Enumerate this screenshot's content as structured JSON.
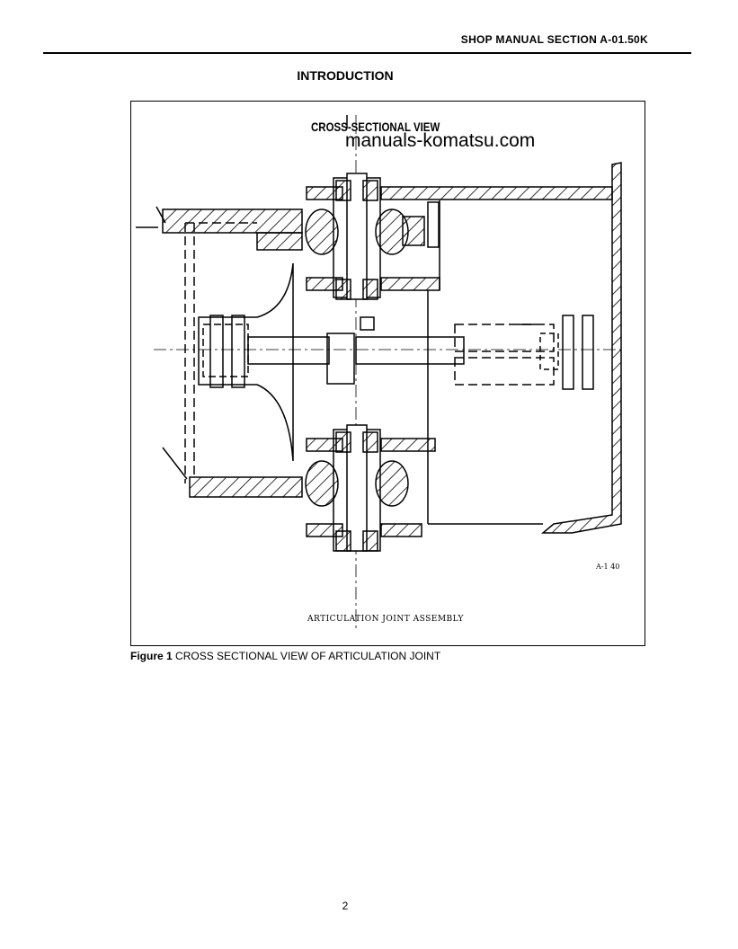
{
  "header": {
    "manual_section": "SHOP MANUAL SECTION A-01.50K"
  },
  "page": {
    "section_title": "INTRODUCTION",
    "page_number": "2"
  },
  "figure": {
    "heading": "CROSS-SECTIONAL VIEW",
    "watermark": "manuals-komatsu.com",
    "drawing_number": "A-1 40",
    "drawing_caption": "ARTICULATION JOINT ASSEMBLY",
    "caption_label": "Figure 1",
    "caption_text": " CROSS SECTIONAL VIEW OF ARTICULATION JOINT"
  }
}
